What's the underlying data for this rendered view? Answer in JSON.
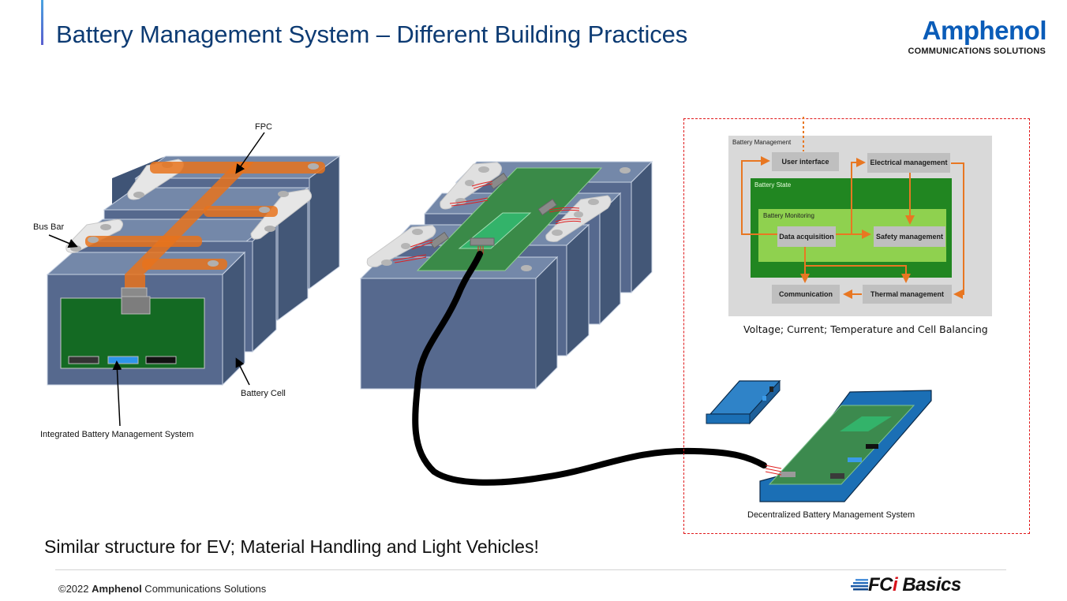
{
  "header": {
    "title": "Battery Management System – Different Building Practices",
    "logo": {
      "name": "Amphenol",
      "subtitle": "COMMUNICATIONS SOLUTIONS",
      "brand_color": "#0a5cb8"
    }
  },
  "left_illustration": {
    "labels": {
      "fpc": "FPC",
      "bus_bar": "Bus Bar",
      "battery_cell": "Battery Cell",
      "integrated_bms": "Integrated Battery Management System"
    }
  },
  "bms_diagram": {
    "outer_label": "Battery Management",
    "state_label": "Battery State",
    "monitoring_label": "Battery Monitoring",
    "boxes": {
      "user_interface": "User interface",
      "electrical_management": "Electrical management",
      "data_acquisition": "Data acquisition",
      "safety_management": "Safety management",
      "communication": "Communication",
      "thermal_management": "Thermal management"
    },
    "caption": "Voltage; Current; Temperature and Cell Balancing",
    "colors": {
      "arrow": "#e87722",
      "battery_state": "#218621",
      "battery_monitoring": "#8fd14f",
      "panel": "#d9d9d9"
    }
  },
  "decentralized": {
    "label": "Decentralized Battery Management System",
    "frame_color": "#e0191b"
  },
  "tagline": "Similar structure for EV; Material Handling and Light Vehicles!",
  "footer": {
    "copyright_prefix": "©2022 ",
    "copyright_brand": "Amphenol",
    "copyright_suffix": " Communications Solutions",
    "fci_logo_main": "FC",
    "fci_logo_i": "i",
    "fci_logo_suffix": " Basics"
  }
}
